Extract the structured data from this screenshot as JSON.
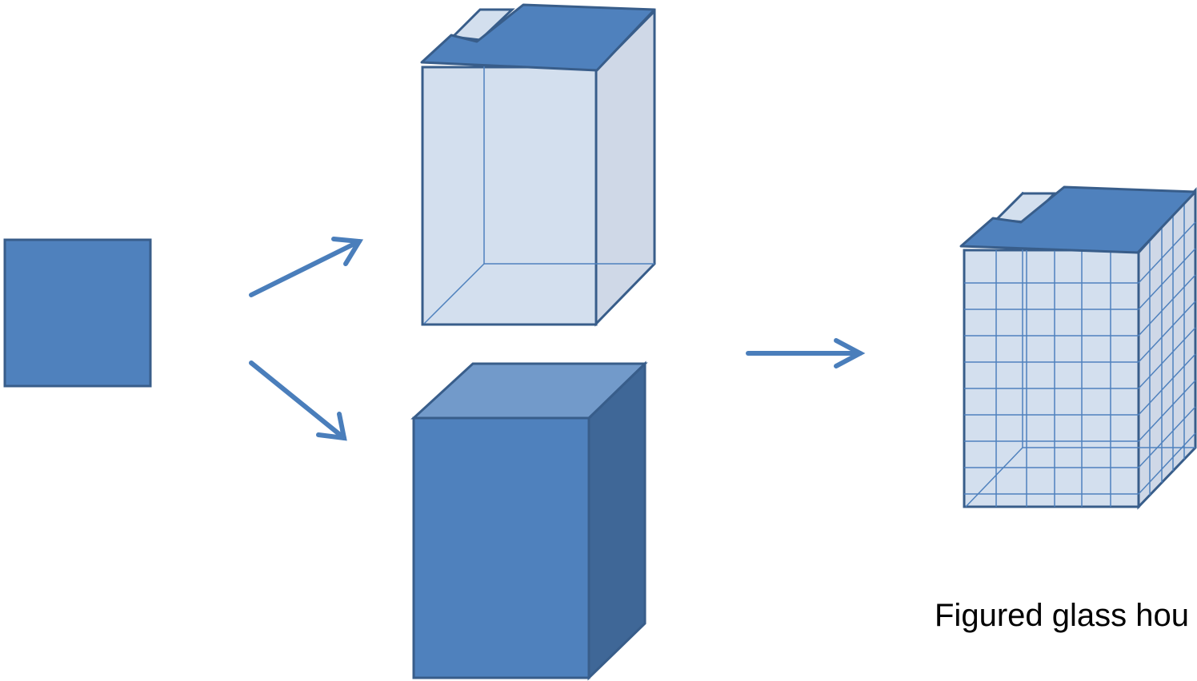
{
  "caption": "Figured glass hou",
  "colors": {
    "fill_primary": "#4f81bd",
    "fill_top_light": "#729aca",
    "fill_side_dark": "#3f6797",
    "fill_glass": "#d3dfee",
    "fill_glass_side": "#cfd8e7",
    "stroke": "#385d8a",
    "arrow": "#4a7ebb"
  },
  "elements": {
    "source": "square-tile",
    "outputs": [
      "glass-box",
      "solid-block"
    ],
    "result": "figured-glass-house"
  }
}
